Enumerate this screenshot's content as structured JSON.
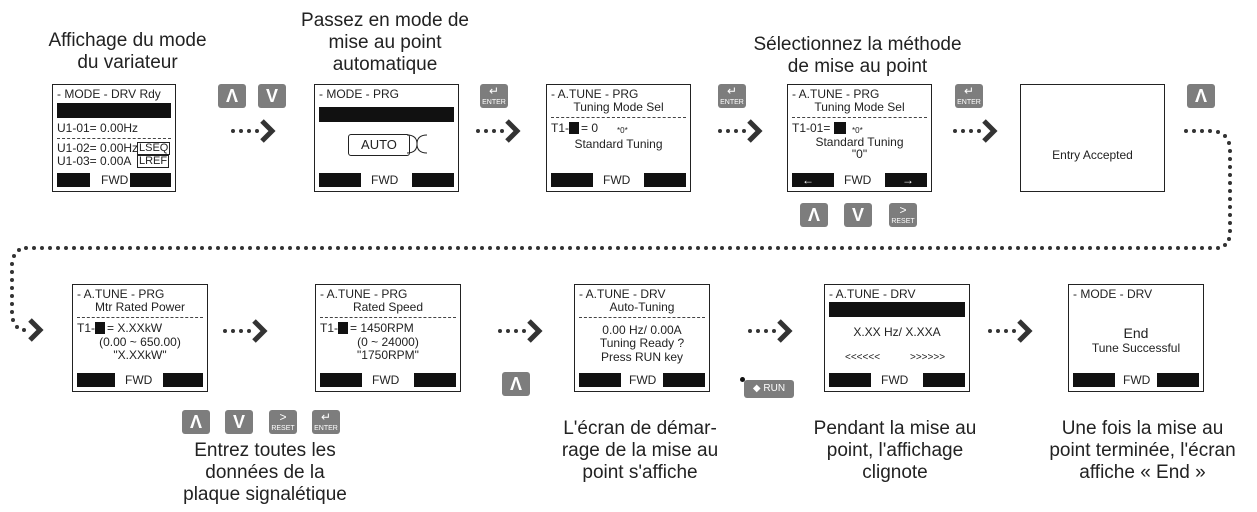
{
  "captions": {
    "c1": [
      "Affichage du mode",
      "du variateur"
    ],
    "c2": [
      "Passez en mode de",
      "mise au point",
      "automatique"
    ],
    "c3": [
      "Sélectionnez la méthode",
      "de mise au point"
    ],
    "c4": [
      "Entrez toutes les",
      "données de la",
      "plaque signalétique"
    ],
    "c5": [
      "L'écran de démar-",
      "rage de la mise au",
      "point s'affiche"
    ],
    "c6": [
      "Pendant la mise au",
      "point, l'affichage",
      "clignote"
    ],
    "c7": [
      "Une fois la mise au",
      "point terminée, l'écran",
      "affiche « End »"
    ]
  },
  "keys": {
    "up": "Λ",
    "down": "V",
    "enter": "ENTER",
    "reset": "RESET",
    "run": "RUN",
    "enter_symbol": "↵",
    "reset_symbol": ">"
  },
  "screens": {
    "s1": {
      "title": "- MODE -   DRV  Rdy",
      "l1": "U1-01=  0.00Hz",
      "l2": "U1-02=  0.00Hz",
      "l3": "U1-03=  0.00A",
      "b1": "LSEQ",
      "b2": "LREF",
      "foot": "FWD"
    },
    "s2": {
      "title": "- MODE -    PRG",
      "auto": "AUTO",
      "foot": "FWD"
    },
    "s3": {
      "title": "- A.TUNE -  PRG",
      "sub": "Tuning Mode Sel",
      "l1a": "T1-",
      "l1b": "=  0  ",
      "l1c": "*0*",
      "l2": "Standard Tuning",
      "foot": "FWD"
    },
    "s4": {
      "title": "- A.TUNE -  PRG",
      "sub": "Tuning Mode Sel",
      "l1a": "T1-01=",
      "l1c": "*0*",
      "l2": "Standard Tuning",
      "l3": "\"0\"",
      "left": "←",
      "right": "→",
      "foot": "FWD"
    },
    "s5": {
      "text": "Entry Accepted"
    },
    "s6": {
      "title": "- A.TUNE -  PRG",
      "sub": "Mtr Rated Power",
      "l1a": "T1-",
      "l1b": "=  X.XXkW",
      "l2": "(0.00 ~ 650.00)",
      "l3": "\"X.XXkW\"",
      "foot": "FWD"
    },
    "s7": {
      "title": "- A.TUNE -  PRG",
      "sub": "Rated Speed",
      "l1a": "T1-",
      "l1b": "=  1450RPM",
      "l2": "(0 ~ 24000)",
      "l3": "\"1750RPM\"",
      "foot": "FWD"
    },
    "s8": {
      "title": "- A.TUNE -  DRV",
      "sub": "Auto-Tuning",
      "l1": "0.00 Hz/  0.00A",
      "l2": "Tuning Ready ?",
      "l3": "Press RUN key",
      "foot": "FWD"
    },
    "s9": {
      "title": "- A.TUNE -  DRV",
      "l1": "X.XX Hz/  X.XXA",
      "l2a": "<<<<<<",
      "l2b": ">>>>>>",
      "foot": "FWD"
    },
    "s10": {
      "title": "- MODE -    DRV",
      "l1": "End",
      "l2": "Tune Successful",
      "foot": "FWD"
    }
  }
}
